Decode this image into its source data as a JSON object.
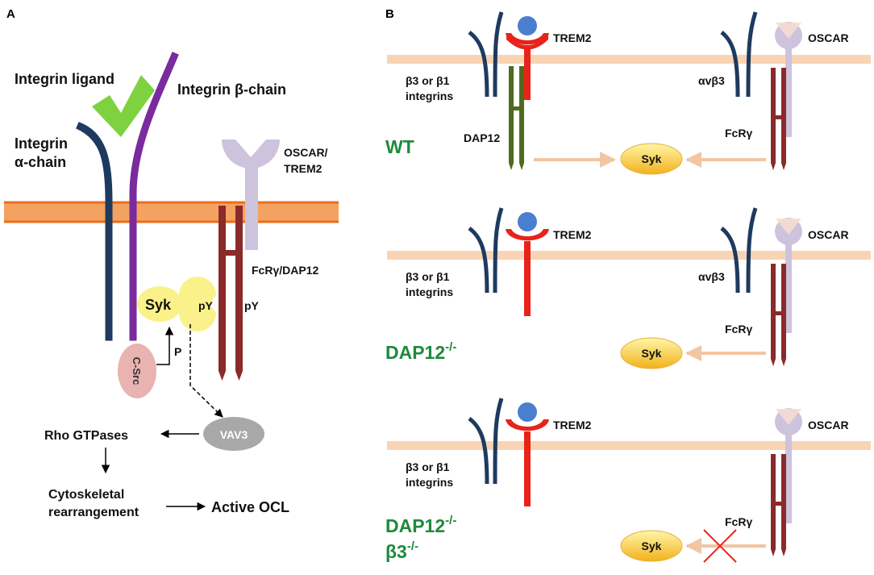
{
  "colors": {
    "integrin_alpha": "#1e3a5f",
    "integrin_beta": "#7a2b9e",
    "ligand": "#7ed23f",
    "membrane_band": "#f4a261",
    "membrane_line": "#e76f1a",
    "membrane_b": "#f9d4b4",
    "fcr": "#8b2a2a",
    "dap12": "#4f6b1e",
    "trem2": "#e8231a",
    "trem2_ligand": "#4a7fcf",
    "oscar": "#cdc3dd",
    "syk_b": "#f5c842",
    "syk_a": "#fbf18a",
    "csrc": "#e8b3b0",
    "vav3": "#a8a8a8",
    "arrow_peach": "#f1c6a3",
    "genotype": "#1e8a3c",
    "cross": "#e8231a"
  },
  "panel_a": {
    "label": "A",
    "integrin_ligand": "Integrin ligand",
    "integrin_beta": "Integrin β-chain",
    "integrin_alpha_1": "Integrin",
    "integrin_alpha_2": "α-chain",
    "oscar_trem2_1": "OSCAR/",
    "oscar_trem2_2": "TREM2",
    "fcr_dap12": "FcRγ/DAP12",
    "syk": "Syk",
    "py1": "pY",
    "py2": "pY",
    "p": "P",
    "csrc": "C-Src",
    "vav3": "VAV3",
    "rho": "Rho GTPases",
    "cyto_1": "Cytoskeletal",
    "cyto_2": "rearrangement",
    "active_ocl": "Active OCL"
  },
  "panel_b": {
    "label": "B",
    "rows": [
      {
        "genotype": "WT",
        "genotype_sup": "",
        "genotype_line2": "",
        "genotype_line2_sup": "",
        "trem2": "TREM2",
        "oscar": "OSCAR",
        "integrins_1": "β3 or β1",
        "integrins_2": "integrins",
        "avb3": "αvβ3",
        "dap12": "DAP12",
        "fcr": "FcRγ",
        "syk": "Syk"
      },
      {
        "genotype": "DAP12",
        "genotype_sup": "-/-",
        "genotype_line2": "",
        "genotype_line2_sup": "",
        "trem2": "TREM2",
        "oscar": "OSCAR",
        "integrins_1": "β3 or β1",
        "integrins_2": "integrins",
        "avb3": "αvβ3",
        "dap12": "",
        "fcr": "FcRγ",
        "syk": "Syk"
      },
      {
        "genotype": "DAP12",
        "genotype_sup": "-/-",
        "genotype_line2": "β3",
        "genotype_line2_sup": "-/-",
        "trem2": "TREM2",
        "oscar": "OSCAR",
        "integrins_1": "β3 or β1",
        "integrins_2": "integrins",
        "avb3": "",
        "dap12": "",
        "fcr": "FcRγ",
        "syk": "Syk"
      }
    ]
  }
}
